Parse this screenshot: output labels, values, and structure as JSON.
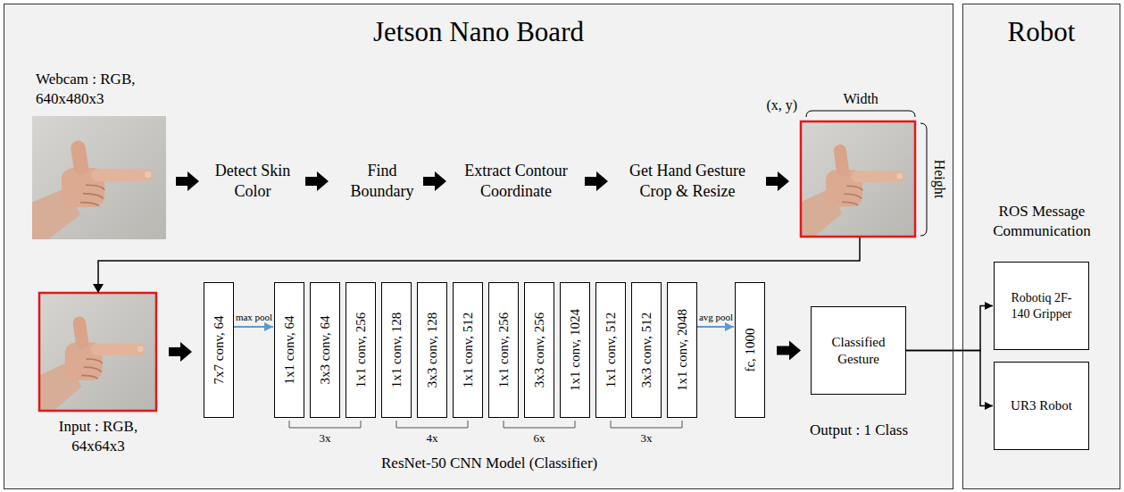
{
  "diagram": {
    "nodes": [
      {
        "text": [
          "Jetson Nano Board"
        ]
      },
      {
        "text": [
          "7x7 conv, 64"
        ],
        "in": 0
      },
      {
        "text": [
          "1x1 conv, 64"
        ],
        "in": 0
      },
      {
        "text": [
          "3x3 conv, 64"
        ],
        "in": 0
      },
      {
        "text": [
          "1x1 conv, 256"
        ],
        "in": 0
      },
      {
        "text": [
          "1x1 conv, 128"
        ],
        "in": 0
      },
      {
        "text": [
          "3x3 conv, 128"
        ],
        "in": 0
      },
      {
        "text": [
          "1x1 conv, 512"
        ],
        "in": 0
      },
      {
        "text": [
          "1x1 conv, 256"
        ],
        "in": 0
      },
      {
        "text": [
          "3x3 conv, 256"
        ],
        "in": 0
      },
      {
        "text": [
          "1x1 conv, 1024"
        ],
        "in": 0
      },
      {
        "text": [
          "1x1 conv, 512"
        ],
        "in": 0
      },
      {
        "text": [
          "3x3 conv, 512"
        ],
        "in": 0
      },
      {
        "text": [
          "1x1 conv, 2048"
        ],
        "in": 0
      },
      {
        "text": [
          "fc, 1000"
        ],
        "in": 0
      },
      {
        "text": [
          "Classified Gesture"
        ],
        "in": 0
      },
      {
        "text": [
          "Robot"
        ]
      },
      {
        "text": [
          "Robotiq 2F-140 Gripper"
        ],
        "in": 16
      },
      {
        "text": [
          "UR3 Robot"
        ],
        "in": 16
      }
    ],
    "edges": [
      {
        "from": 1,
        "to": 2,
        "label": "max pool",
        "arrow": "to"
      },
      {
        "from": 13,
        "to": 14,
        "label": "avg pool",
        "arrow": "to"
      },
      {
        "from": 14,
        "to": 15,
        "arrow": "to"
      },
      {
        "from": 15,
        "to": 17,
        "arrow": "to"
      },
      {
        "from": 15,
        "to": 18,
        "arrow": "to"
      }
    ],
    "labels": [
      "Webcam : RGB, 640x480x3",
      "Detect Skin Color",
      "Find Boundary",
      "Extract Contour Coordinate",
      "Get Hand Gesture Crop & Resize",
      "(x, y)",
      "Width",
      "Height",
      "Input : RGB, 64x64x3",
      "3x",
      "4x",
      "6x",
      "3x",
      "ResNet-50 CNN Model (Classifier)",
      "Output : 1 Class",
      "ROS Message Communication"
    ]
  }
}
